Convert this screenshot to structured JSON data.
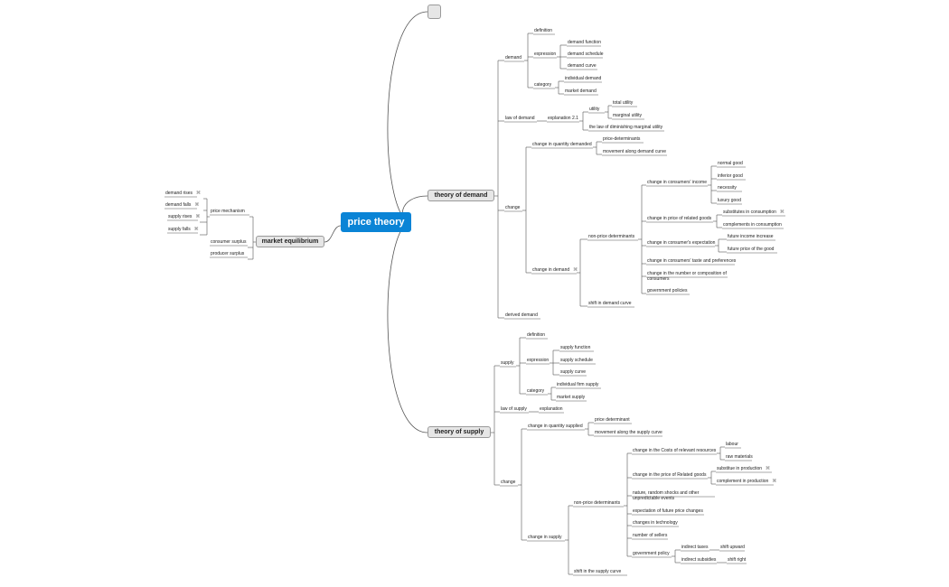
{
  "root": "price theory",
  "main": {
    "demand": "theory of demand",
    "supply": "theory of supply",
    "equilibrium": "market equilibrium"
  },
  "demand": {
    "demand": "demand",
    "definition": "definition",
    "expression": "expression",
    "demand_function": "demand function",
    "demand_schedule": "demand schedule",
    "demand_curve": "demand curve",
    "category": "category",
    "individual_demand": "individual demand",
    "market_demand": "market demand",
    "law_of_demand": "law of demand",
    "explanation": "explanation 2.1",
    "utility": "utility",
    "total_utility": "total utility",
    "marginal_utility": "marginal utility",
    "diminishing": "the law of diminishing marginal utility",
    "change": "change",
    "change_qd": "change in quantity demanded",
    "price_determinants": "price-determinants",
    "movement": "movement along demand curve",
    "change_in_demand": "change in demand",
    "non_price": "non-price determinants",
    "income": "change in consumers' income",
    "normal_good": "normal good",
    "inferior_good": "inferior good",
    "necessity": "necessity",
    "luxury_good": "luxury good",
    "related_goods": "change in price of related goods",
    "substitutes": "substitutes in consumption",
    "complements": "complements in consumption",
    "expectation": "change in consumer's expectation",
    "future_income": "future income increase",
    "future_price": "future price of the good",
    "taste": "change in consumers' taste and preferences",
    "number": "change in the number or composition of consumers",
    "government": "government policies",
    "shift": "shift in demand curve",
    "derived": "derived demand"
  },
  "supply": {
    "supply": "supply",
    "definition": "definition",
    "expression": "expression",
    "supply_function": "supply function",
    "supply_schedule": "supply schedule",
    "supply_curve": "supply curve",
    "category": "category",
    "individual": "individual firm supply",
    "market": "market supply",
    "law": "law of supply",
    "explanation": "explanation",
    "change": "change",
    "change_qs": "change in quantity supplied",
    "price_det": "price determinant",
    "movement": "movement along the supply curve",
    "change_in_supply": "change in supply",
    "non_price": "non-price determinants",
    "costs": "change in the Costs of relevant resources",
    "labour": "labour",
    "raw": "raw materials",
    "related": "change in the price of Related goods",
    "substitue": "substitue in production",
    "complement": "complement in production",
    "nature": "nature, random shocks and other unpredictable events",
    "expectation": "expectation of future price changes",
    "technology": "changes in technology",
    "sellers": "number of sellers",
    "gov": "government policy",
    "taxes": "indirect taxes",
    "upward": "shift upward",
    "subsidies": "indirect subsidies",
    "right": "shift right",
    "shift": "shift in the supply curve"
  },
  "equilibrium": {
    "mechanism": "price mechanism",
    "demand_rises": "demand rises",
    "demand_falls": "demand falls",
    "supply_rises": "supply rises",
    "supply_falls": "supply falls",
    "consumer": "consumer surplus",
    "producer": "producer surplus"
  },
  "icons": {
    "note": "note-icon"
  },
  "colors": {
    "root": "#0a84d6",
    "line": "#555555",
    "topic": "#e6e6e6"
  }
}
